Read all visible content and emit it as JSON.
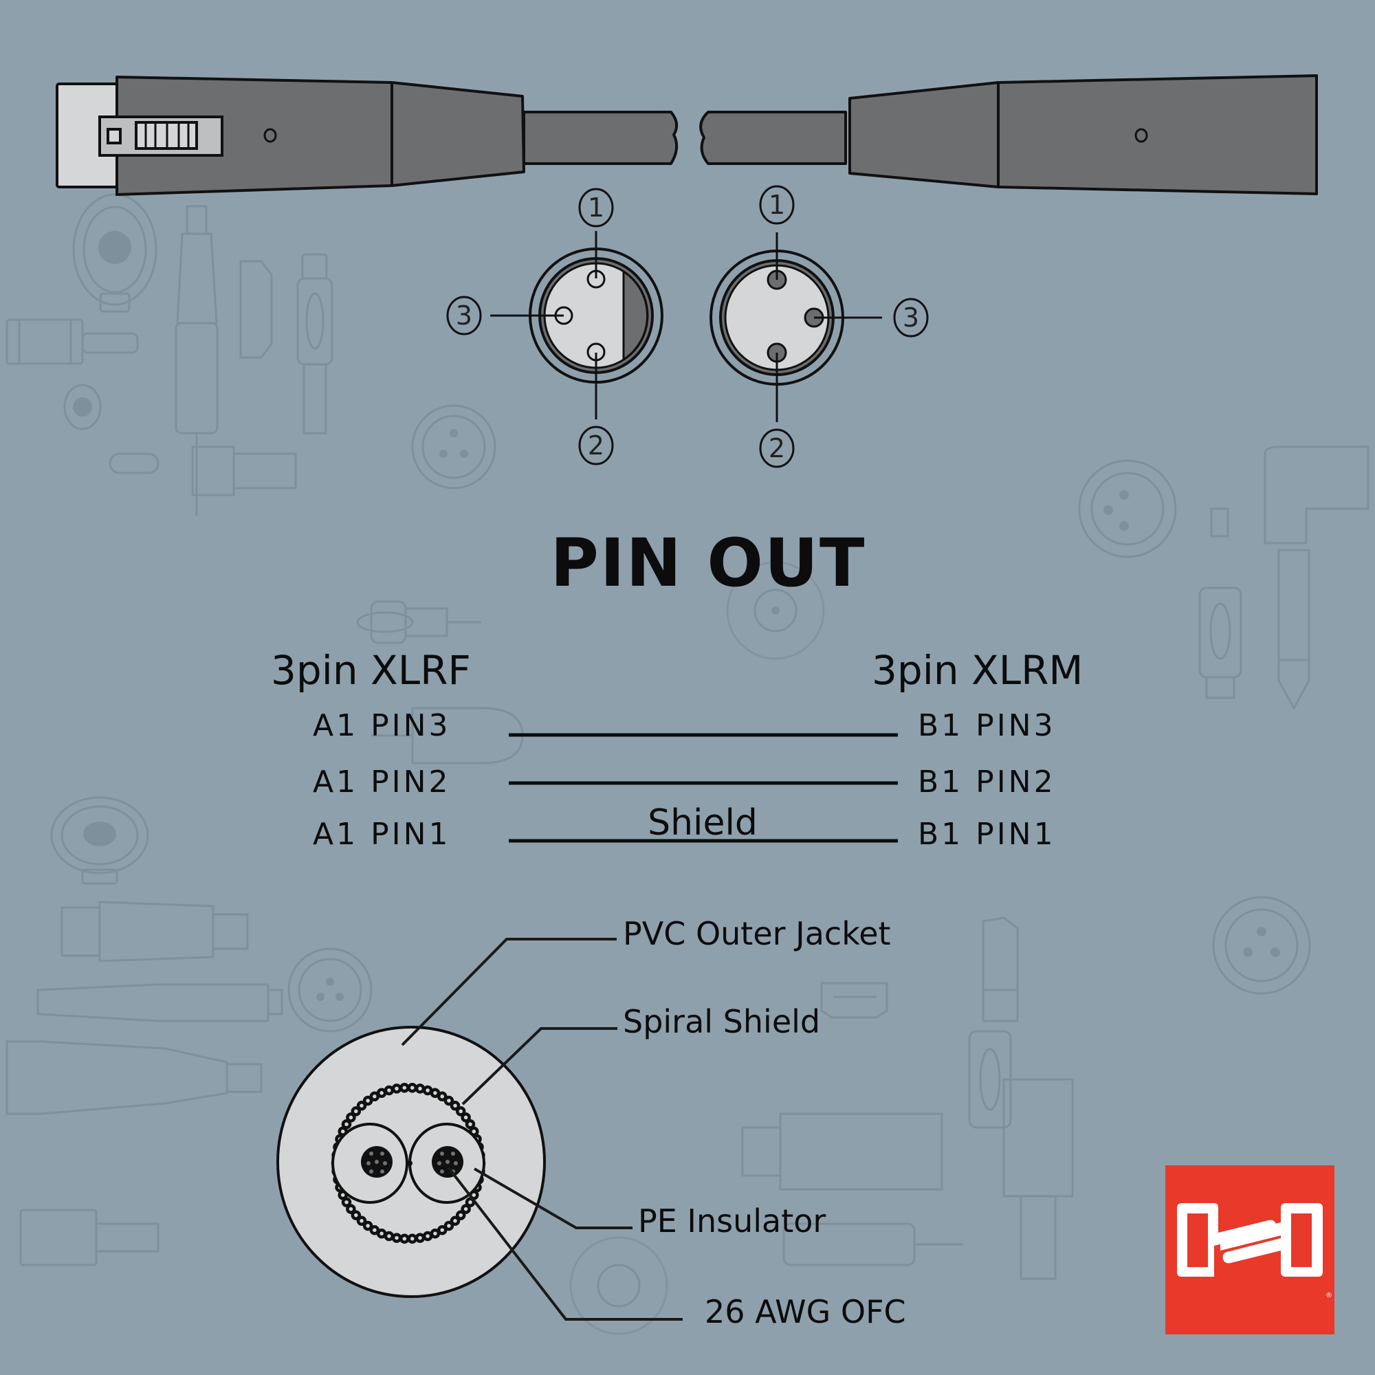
{
  "colors": {
    "background": "#8fa0ad",
    "background_pattern": "#7f909d",
    "connector_body": "#6d6e70",
    "connector_face": "#d4d6d8",
    "ink": "#0c0c0c",
    "brand_red": "#e8392a",
    "brand_white": "#ffffff"
  },
  "connectors": {
    "left": {
      "type": "XLR female",
      "icon": "xlr-female-connector-icon"
    },
    "right": {
      "type": "XLR male",
      "icon": "xlr-male-connector-icon"
    }
  },
  "pin_faces": {
    "female": {
      "pins": [
        {
          "number": "1"
        },
        {
          "number": "2"
        },
        {
          "number": "3"
        }
      ]
    },
    "male": {
      "pins": [
        {
          "number": "1"
        },
        {
          "number": "2"
        },
        {
          "number": "3"
        }
      ]
    }
  },
  "title": "PIN OUT",
  "wiring": {
    "left_header": "3pin XLRF",
    "right_header": "3pin XLRM",
    "rows": [
      {
        "left": "A1 PIN3",
        "right": "B1 PIN3",
        "label": ""
      },
      {
        "left": "A1 PIN2",
        "right": "B1 PIN2",
        "label": ""
      },
      {
        "left": "A1 PIN1",
        "right": "B1 PIN1",
        "label": "Shield"
      }
    ]
  },
  "cable_cross_section": {
    "callouts": [
      {
        "label": "PVC Outer Jacket"
      },
      {
        "label": "Spiral Shield"
      },
      {
        "label": "PE Insulator"
      },
      {
        "label": "26 AWG OFC"
      }
    ]
  },
  "logo": {
    "icon": "hosa-logo-icon",
    "mark": "®"
  }
}
